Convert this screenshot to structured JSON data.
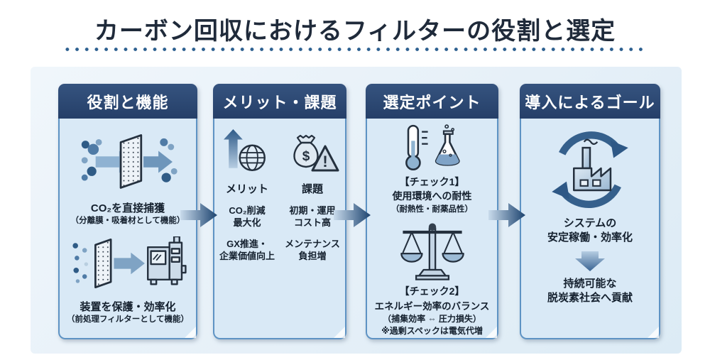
{
  "title": "カーボン回収におけるフィルターの役割と選定",
  "colors": {
    "header_navy": "#2b4a74",
    "card_bg": "#d9e9f6",
    "card_border": "#5e93c4",
    "panel_bg": "#e6f0f8",
    "arrow_dark": "#1c436f",
    "title_text": "#1f2a3a",
    "dot_blue": "#2d6090"
  },
  "icons": {
    "column1_top": "co2-membrane-capture-icon",
    "column1_bottom": "prefilter-machine-icon",
    "column2_merit": "growth-globe-icon",
    "column2_issue": "moneybag-warning-icon",
    "column3_check1": "thermometer-flask-icon",
    "column3_check2": "balance-scale-icon",
    "column4": "factory-recycle-icon",
    "money_symbol": "$",
    "warning_symbol": "!"
  },
  "columns": [
    {
      "header": "役割と機能",
      "sections": [
        {
          "title": "CO₂を直接捕獲",
          "subtitle": "（分離膜・吸着材として機能）"
        },
        {
          "title": "装置を保護・効率化",
          "subtitle": "（前処理フィルターとして機能）"
        }
      ]
    },
    {
      "header": "メリット・課題",
      "merit": {
        "label": "メリット",
        "items": [
          "CO₂削減\n最大化",
          "GX推進・\n企業価値向上"
        ]
      },
      "issue": {
        "label": "課題",
        "items": [
          "初期・運用\nコスト高",
          "メンテナンス\n負担増"
        ]
      }
    },
    {
      "header": "選定ポイント",
      "checks": [
        {
          "label": "【チェック1】",
          "title": "使用環境への耐性",
          "subtitle": "（耐熱性・耐薬品性）"
        },
        {
          "label": "【チェック2】",
          "title": "エネルギー効率のバランス",
          "subtitle": "（捕集効率 ⇔ 圧力損失）",
          "note": "※過剰スペックは電気代増"
        }
      ]
    },
    {
      "header": "導入によるゴール",
      "goal1": "システムの\n安定稼働・効率化",
      "goal2": "持続可能な\n脱炭素社会へ貢献"
    }
  ]
}
